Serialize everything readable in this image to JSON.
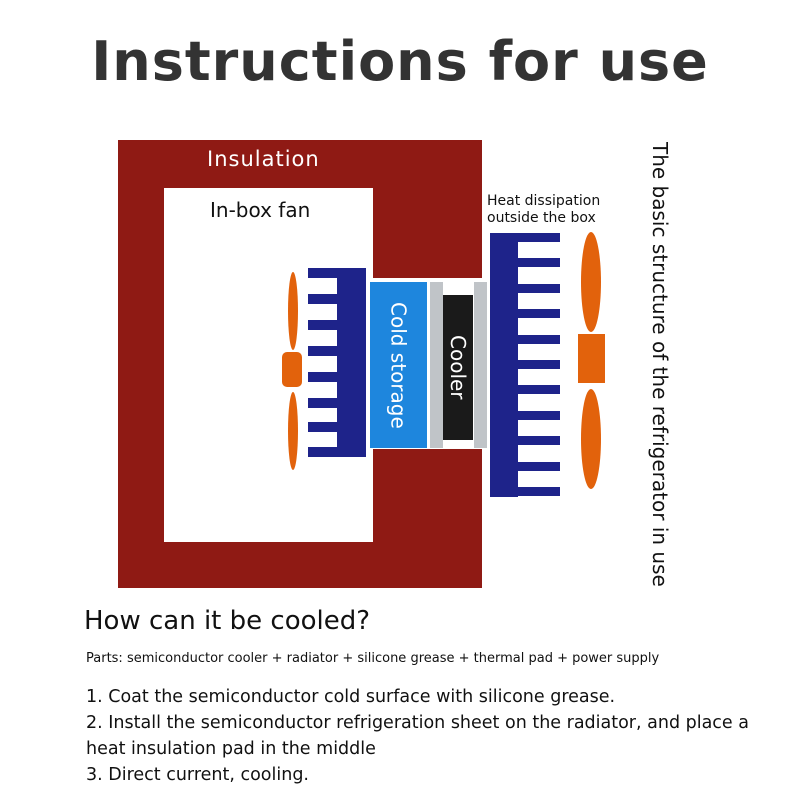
{
  "title": "Instructions for use",
  "diagram": {
    "insulation": "Insulation",
    "in_box_fan": "In-box fan",
    "heat_dissipation": [
      "Heat dissipation",
      "outside the box"
    ],
    "cold_storage": "Cold storage",
    "cooler": "Cooler",
    "side_caption": "The basic structure of the refrigerator in use",
    "colors": {
      "insulation": "#8f1a14",
      "heatsink": "#1e238a",
      "cold_storage": "#1e86dd",
      "fan": "#e2620c",
      "pad": "#c0c4c8",
      "cooler": "#1a1a1a"
    }
  },
  "question": "How can it be cooled?",
  "parts": "Parts: semiconductor cooler + radiator + silicone grease + thermal pad + power supply",
  "steps": [
    "1. Coat the semiconductor cold surface with silicone grease.",
    "2. Install the semiconductor refrigeration sheet on the radiator, and place a heat insulation pad in the middle",
    "3. Direct current, cooling."
  ]
}
